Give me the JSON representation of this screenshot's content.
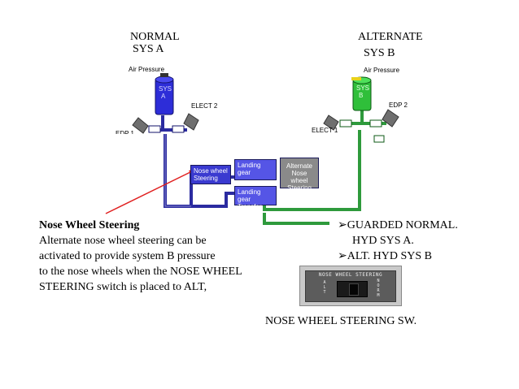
{
  "headers": {
    "normal": "NORMAL",
    "sys_a": "SYS A",
    "alternate": "ALTERNATE",
    "sys_b": "SYS B"
  },
  "diagram": {
    "air_pressure_a": "Air Pressure",
    "reservoir_a": [
      "SYS",
      "A"
    ],
    "elect2": "ELECT 2",
    "edp1": "EDP 1",
    "air_pressure_b": "Air Pressure",
    "reservoir_b": [
      "SYS",
      "B"
    ],
    "edp2": "EDP 2",
    "elect1": "ELECT 1",
    "nose_wheel_steering_box": [
      "Nose wheel",
      "Steering"
    ],
    "landing_gear_box": "Landing gear",
    "alternate_nws_box": [
      "Alternate",
      "Nose wheel",
      "Steering"
    ],
    "transfer_unit_box": [
      "Landing gear",
      "Transfer Unit"
    ],
    "colors": {
      "sys_a": "#2b2ba0",
      "sys_b": "#2e9a3c",
      "arrow": "#e02020"
    }
  },
  "description": {
    "title": "Nose Wheel Steering",
    "lines": [
      "Alternate nose wheel steering can be",
      "activated to provide system B pressure",
      "to the nose wheels when the NOSE WHEEL",
      "STEERING switch is placed to ALT,"
    ]
  },
  "switch_notes": {
    "guarded": "➢GUARDED NORMAL.",
    "hyd_a": "HYD SYS A.",
    "alt": "➢ALT. HYD SYS B"
  },
  "panel": {
    "title": "NOSE WHEEL STEERING",
    "left_label": "ALT",
    "right_label": "NORM",
    "caption": "NOSE WHEEL STEERING SW."
  }
}
